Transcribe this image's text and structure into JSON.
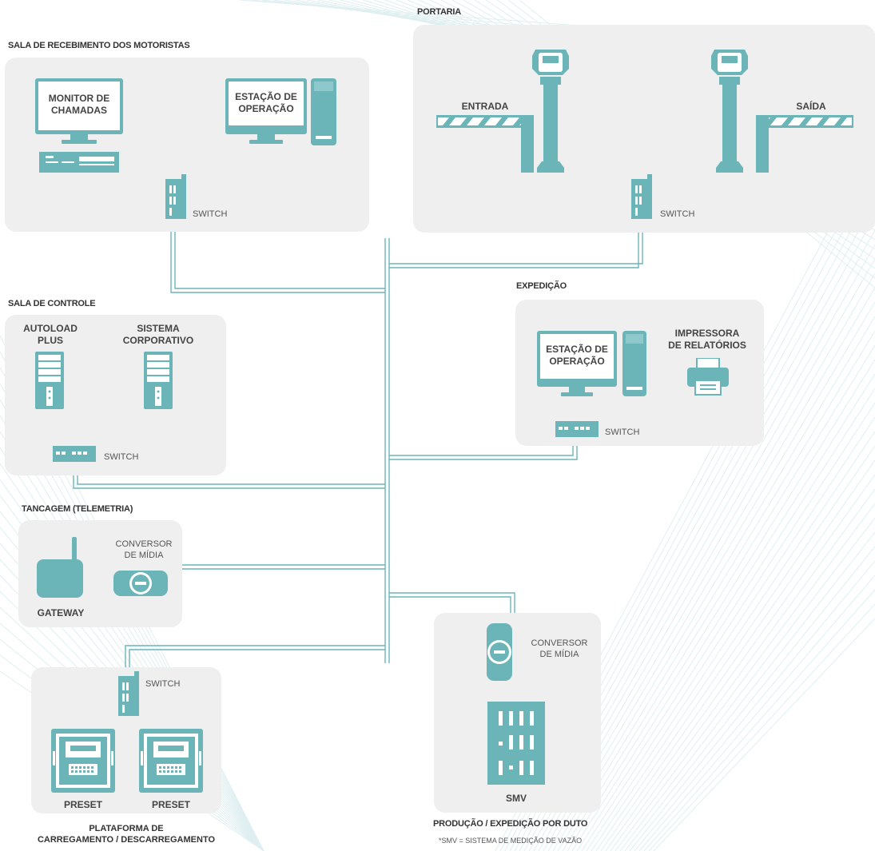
{
  "sections": {
    "drivers_room": "SALA DE RECEBIMENTO DOS MOTORISTAS",
    "gatehouse": "PORTARIA",
    "control_room": "SALA DE CONTROLE",
    "expedition": "EXPEDIÇÃO",
    "tank_farm": "TANCAGEM (TELEMETRIA)",
    "platform": "PLATAFORMA DE\nCARREGAMENTO / DESCARREGAMENTO",
    "pipeline": "PRODUÇÃO / EXPEDIÇÃO POR DUTO"
  },
  "devices": {
    "call_monitor": "MONITOR DE\nCHAMADAS",
    "operation_station_1": "ESTAÇÃO DE\nOPERAÇÃO",
    "operation_station_2": "ESTAÇÃO DE\nOPERAÇÃO",
    "entry": "ENTRADA",
    "exit": "SAÍDA",
    "autoload": "AUTOLOAD\nPLUS",
    "corporate_system": "SISTEMA\nCORPORATIVO",
    "report_printer": "IMPRESSORA\nDE RELATÓRIOS",
    "gateway": "GATEWAY",
    "media_converter_1": "CONVERSOR\nDE MÍDIA",
    "media_converter_2": "CONVERSOR\nDE MÍDIA",
    "preset_1": "PRESET",
    "preset_2": "PRESET",
    "smv": "SMV"
  },
  "switches": {
    "drivers_room": "SWITCH",
    "gatehouse": "SWITCH",
    "control_room": "SWITCH",
    "expedition": "SWITCH",
    "platform": "SWITCH"
  },
  "footnote": "*SMV = SISTEMA DE MEDIÇÃO DE VAZÃO",
  "colors": {
    "accent": "#6bb5b8",
    "panel": "#efefef",
    "link": "#6bb5b8"
  }
}
